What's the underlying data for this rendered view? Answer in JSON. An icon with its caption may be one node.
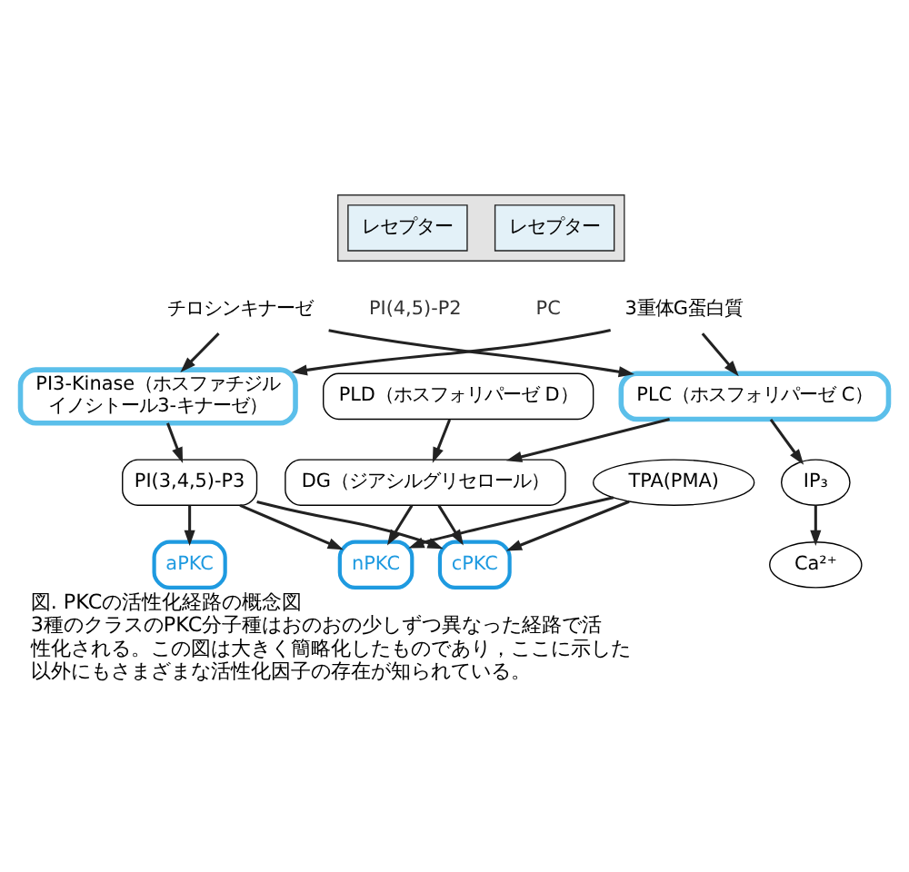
{
  "diagram": {
    "title": "図. PKCの活性化経路の概念図",
    "caption": "3種のクラスのPKC分子種はおのおの少しずつ異なった経路で活性化される。この図は大きく簡略化したものであり，ここに示した以外にもさまざまな活性化因子の存在が知られている。",
    "nodes": [
      {
        "text": [],
        "shape": "bar"
      },
      {
        "text": [
          "レセプター"
        ],
        "in": 0
      },
      {
        "text": [
          "レセプター"
        ],
        "in": 0
      },
      {
        "text": [
          "チロシンキナーゼ"
        ]
      },
      {
        "text": [
          "3重体G蛋白質"
        ]
      },
      {
        "text": [
          "PLC（ホスフォリパーゼ C）"
        ]
      },
      {
        "text": [
          "PI3-Kinase（ホスファチジルイノシトール3-キナーゼ）"
        ]
      },
      {
        "text": [
          "IP₃"
        ]
      },
      {
        "text": [
          "PLD（ホスフォリパーゼ D）"
        ]
      },
      {
        "text": [
          "DG（ジアシルグリセロール）"
        ]
      },
      {
        "text": [
          "PI(3,4,5)-P3"
        ]
      },
      {
        "text": [
          "Ca²⁺"
        ]
      },
      {
        "text": [
          "cPKC"
        ]
      },
      {
        "text": [
          "nPKC"
        ]
      },
      {
        "text": [
          "aPKC"
        ]
      },
      {
        "text": [
          "TPA(PMA)"
        ]
      }
    ],
    "edges": [
      {
        "from": 3,
        "to": 5,
        "arrow": "to"
      },
      {
        "from": 3,
        "to": 6,
        "arrow": "to"
      },
      {
        "from": 4,
        "to": 5,
        "arrow": "to"
      },
      {
        "from": 4,
        "to": 6,
        "arrow": "to"
      },
      {
        "from": 5,
        "to": 7,
        "arrow": "to"
      },
      {
        "from": 5,
        "to": 9,
        "arrow": "to"
      },
      {
        "from": 7,
        "to": 11,
        "arrow": "to"
      },
      {
        "from": 8,
        "to": 9,
        "arrow": "to"
      },
      {
        "from": 6,
        "to": 10,
        "arrow": "to"
      },
      {
        "from": 9,
        "to": 12,
        "arrow": "to"
      },
      {
        "from": 9,
        "to": 13,
        "arrow": "to"
      },
      {
        "from": 10,
        "to": 12,
        "arrow": "to"
      },
      {
        "from": 10,
        "to": 13,
        "arrow": "to"
      },
      {
        "from": 10,
        "to": 14,
        "arrow": "to"
      },
      {
        "from": 15,
        "to": 12,
        "arrow": "to"
      },
      {
        "from": 15,
        "to": 13,
        "arrow": "to"
      }
    ],
    "labels": [
      "PI(4,5)-P2",
      "PC"
    ]
  }
}
